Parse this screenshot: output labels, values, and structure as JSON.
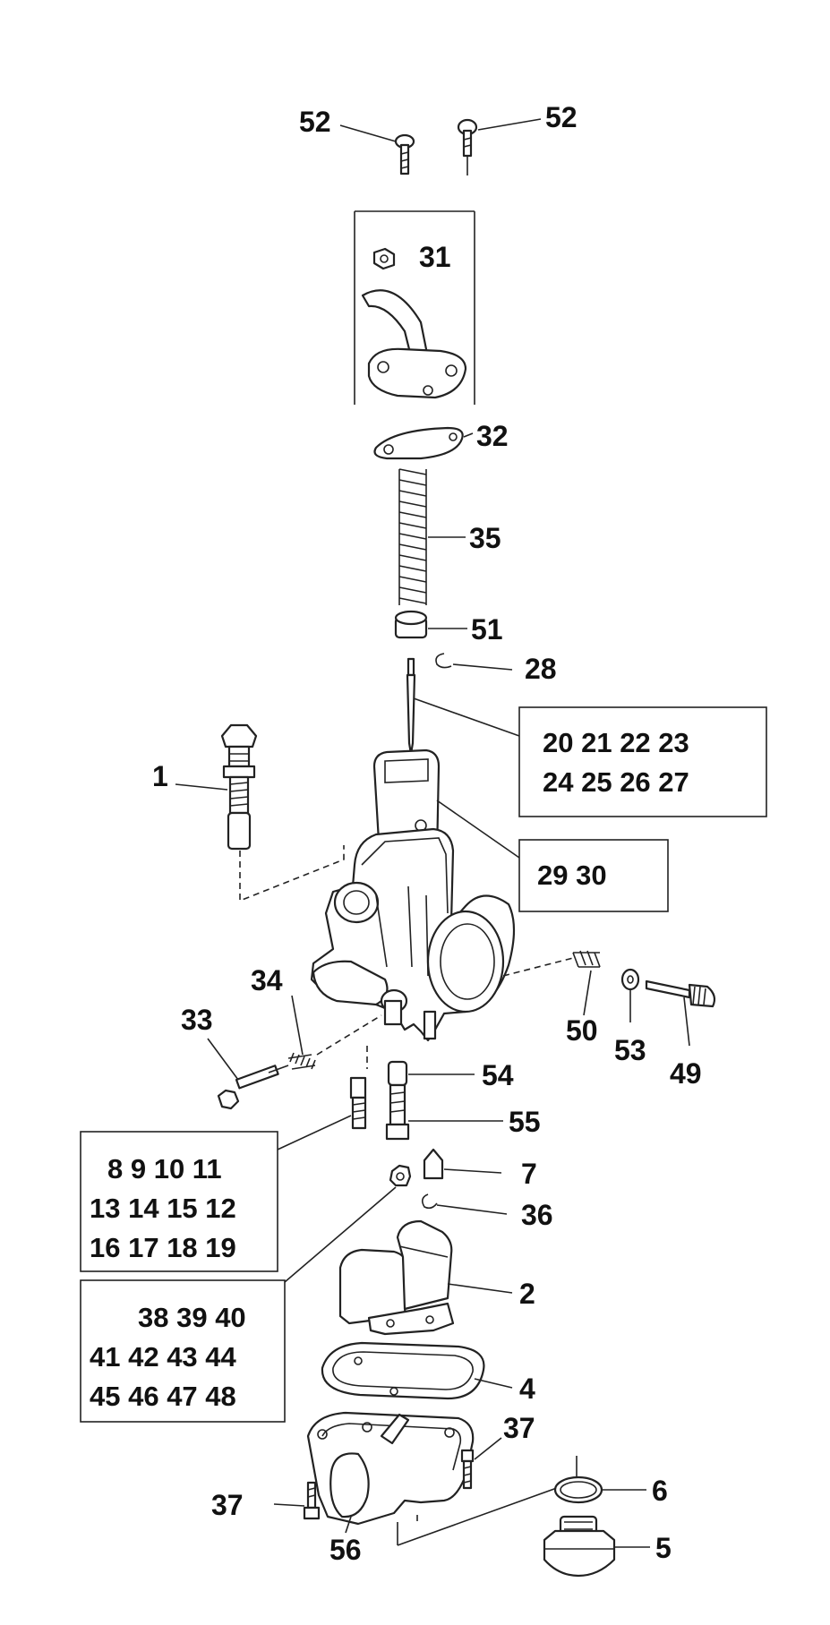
{
  "callouts": {
    "c52a": "52",
    "c52b": "52",
    "c31": "31",
    "c32": "32",
    "c35": "35",
    "c51": "51",
    "c28": "28",
    "c1": "1",
    "c34": "34",
    "c33": "33",
    "c50": "50",
    "c53": "53",
    "c49": "49",
    "c54": "54",
    "c55": "55",
    "c7": "7",
    "c36": "36",
    "c2": "2",
    "c4": "4",
    "c37a": "37",
    "c37b": "37",
    "c6": "6",
    "c5": "5",
    "c56": "56"
  },
  "boxes": {
    "needle": {
      "row1": "20 21 22 23",
      "row2": "24 25 26 27"
    },
    "slide": {
      "row1": "29  30"
    },
    "pilot": {
      "row1": "8 9 10 11",
      "row2": "13 14 15 12",
      "row3": "16 17 18 19"
    },
    "main": {
      "row1": "38 39 40",
      "row2": "41 42 43 44",
      "row3": "45 46 47 48"
    }
  },
  "icons": [
    "screw-icon",
    "carburetor-body-icon",
    "spring-icon",
    "jet-icon",
    "float-icon",
    "float-bowl-icon"
  ]
}
